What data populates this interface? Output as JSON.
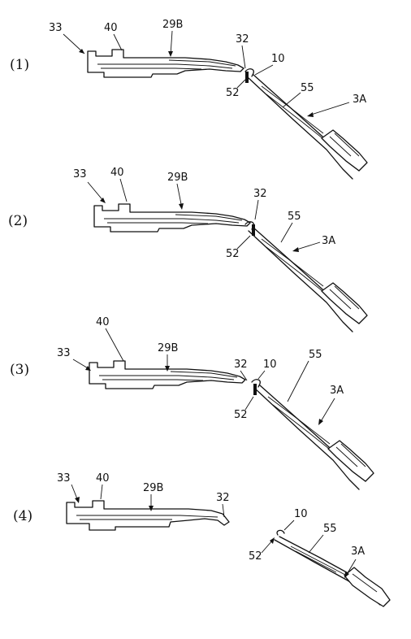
{
  "stages": [
    {
      "stage_label": "(1)",
      "labels": {
        "n33": "33",
        "n40": "40",
        "n29b": "29B",
        "n32": "32",
        "n10": "10",
        "n52": "52",
        "n55": "55",
        "n3a": "3A"
      }
    },
    {
      "stage_label": "(2)",
      "labels": {
        "n33": "33",
        "n40": "40",
        "n29b": "29B",
        "n32": "32",
        "n52": "52",
        "n55": "55",
        "n3a": "3A"
      }
    },
    {
      "stage_label": "(3)",
      "labels": {
        "n33": "33",
        "n40": "40",
        "n29b": "29B",
        "n32": "32",
        "n10": "10",
        "n52": "52",
        "n55": "55",
        "n3a": "3A"
      }
    },
    {
      "stage_label": "(4)",
      "labels": {
        "n33": "33",
        "n40": "40",
        "n29b": "29B",
        "n32": "32",
        "n10": "10",
        "n52": "52",
        "n55": "55",
        "n3a": "3A"
      }
    }
  ]
}
